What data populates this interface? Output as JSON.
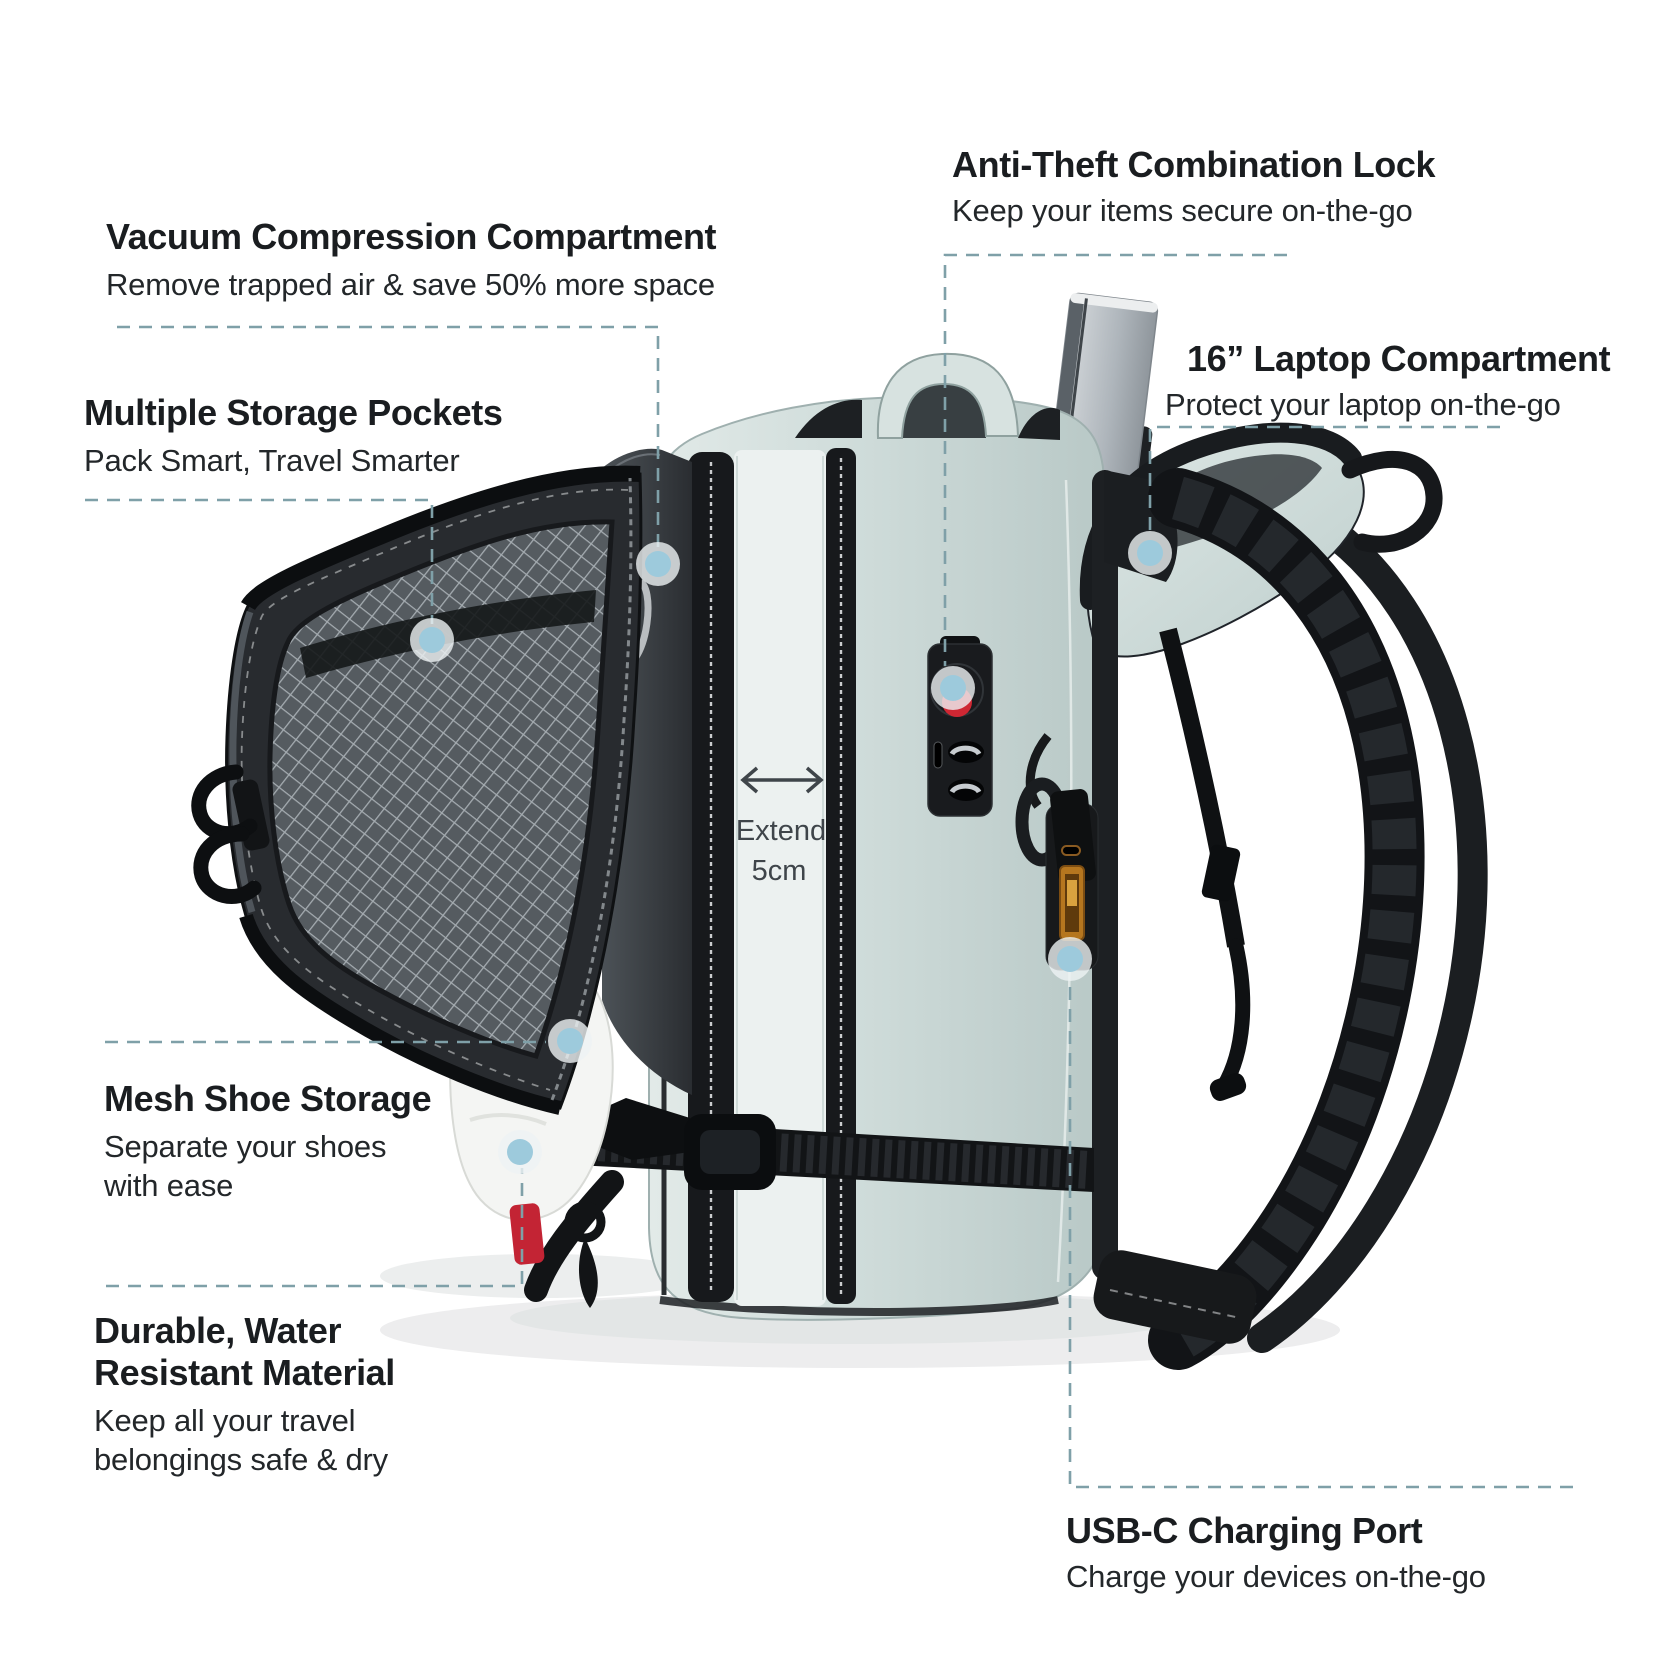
{
  "annotations": {
    "vacuum_compression": {
      "title": "Vacuum Compression Compartment",
      "subtitle": "Remove trapped air & save 50% more space"
    },
    "storage_pockets": {
      "title": "Multiple Storage Pockets",
      "subtitle": "Pack Smart, Travel Smarter"
    },
    "anti_theft": {
      "title": "Anti-Theft Combination Lock",
      "subtitle": "Keep your items secure on-the-go"
    },
    "laptop": {
      "title": "16” Laptop Compartment",
      "subtitle": "Protect your laptop on-the-go"
    },
    "mesh_shoe": {
      "title": "Mesh Shoe Storage",
      "subtitle": "Separate your shoes with ease"
    },
    "durable": {
      "title": "Durable, Water Resistant Material",
      "subtitle": "Keep all your travel belongings safe & dry"
    },
    "usb_c": {
      "title": "USB-C Charging Port",
      "subtitle": "Charge your devices on-the-go"
    }
  },
  "product": {
    "extend_line1": "Extend",
    "extend_line2": "5cm"
  },
  "colors": {
    "background": "#FFFFFF",
    "title_text": "#1A1D20",
    "subtitle_text": "#23272A",
    "leader_line": "#7FA0A8",
    "marker_dot": "#9DCADC",
    "marker_ring": "#EEF3F4",
    "bag_mint": "#D3DFDD",
    "bag_black": "#17191C",
    "lock_red": "#CF2733",
    "usb_orange": "#B5761F",
    "print_text": "#3F454A"
  }
}
